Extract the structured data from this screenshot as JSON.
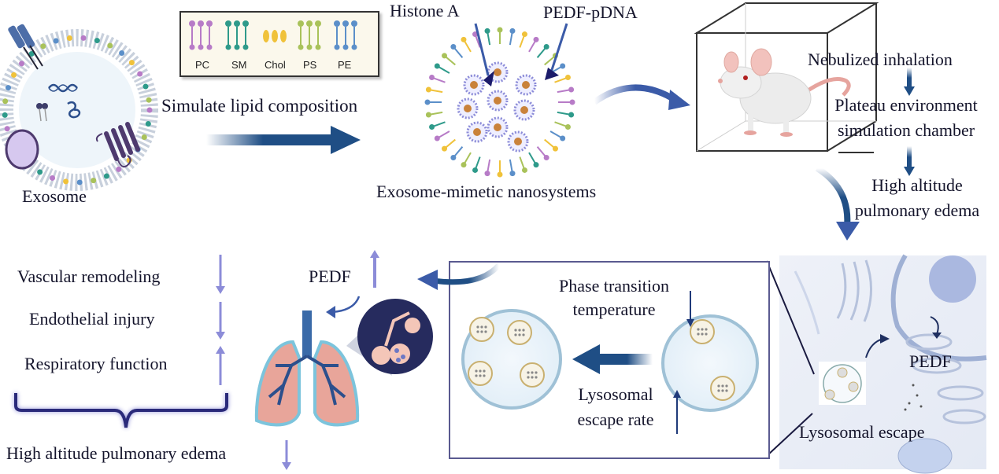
{
  "colors": {
    "arrow_dark": "#1f4e85",
    "arrow_mid": "#3b5ba8",
    "arrow_light": "#8c8cd8",
    "lipid_pc": "#b77bc7",
    "lipid_sm": "#2e9a8a",
    "lipid_chol": "#f0c23a",
    "lipid_ps": "#a9c25a",
    "lipid_pe": "#5b8fc9",
    "lung": "#e8a59a",
    "lung_outline": "#7cc4dc",
    "bronchi": "#2c4f8c",
    "inset_bg": "#262b5e"
  },
  "exosome": {
    "label": "Exosome"
  },
  "lipid_legend": {
    "items": [
      {
        "key": "PC",
        "icon": "pc-lipid-icon"
      },
      {
        "key": "SM",
        "icon": "sm-lipid-icon"
      },
      {
        "key": "Chol",
        "icon": "cholesterol-icon"
      },
      {
        "key": "PS",
        "icon": "ps-lipid-icon"
      },
      {
        "key": "PE",
        "icon": "pe-lipid-icon"
      }
    ]
  },
  "step1": {
    "label": "Simulate lipid composition"
  },
  "nanosystem": {
    "label": "Exosome-mimetic nanosystems",
    "callout_histone": "Histone A",
    "callout_pdna": "PEDF-pDNA"
  },
  "animal": {
    "step_inhalation": "Nebulized inhalation",
    "step_chamber_line1": "Plateau environment",
    "step_chamber_line2": "simulation chamber",
    "step_hape_line1": "High altitude",
    "step_hape_line2": "pulmonary edema"
  },
  "cell": {
    "pedf_label": "PEDF",
    "escape_label": "Lysosomal escape"
  },
  "panel": {
    "phase_line1": "Phase transition",
    "phase_line2": "temperature",
    "phase_direction": "down",
    "escape_line1": "Lysosomal",
    "escape_line2": "escape rate",
    "escape_direction": "up"
  },
  "lung": {
    "pedf_label": "PEDF",
    "pedf_direction": "up"
  },
  "outcomes": {
    "items": [
      {
        "label": "Vascular remodeling",
        "direction": "down"
      },
      {
        "label": "Endothelial injury",
        "direction": "down"
      },
      {
        "label": "Respiratory function",
        "direction": "up"
      }
    ],
    "summary": "High altitude pulmonary edema",
    "summary_direction": "down"
  }
}
